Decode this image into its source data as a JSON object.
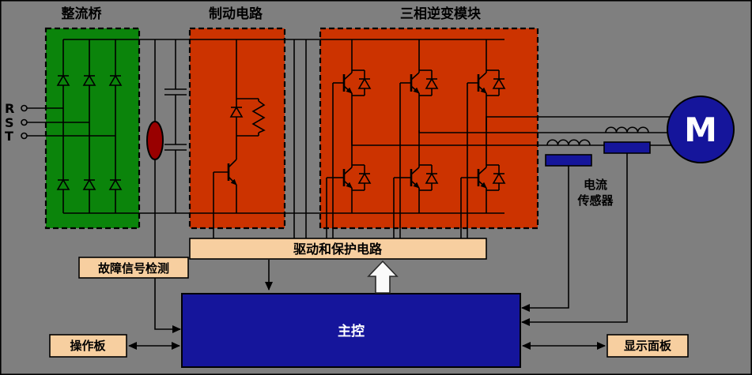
{
  "labels": {
    "rectifier_title": "整流桥",
    "braking_title": "制动电路",
    "inverter_title": "三相逆变模块",
    "drive_protection": "驱动和保护电路",
    "fault_detection": "故障信号检测",
    "main_control": "主控",
    "operation_panel": "操作板",
    "display_panel": "显示面板",
    "current_sensor_line1": "电流",
    "current_sensor_line2": "传感器",
    "motor": "M",
    "phase_r": "R",
    "phase_s": "S",
    "phase_t": "T"
  },
  "colors": {
    "background": "#7f7f7f",
    "rectifier_fill": "#0b840b",
    "module_fill": "#cc3300",
    "bar_fill": "#f7cfa0",
    "control_fill": "#15159b",
    "motor_fill": "#15159b",
    "sensor_fill": "#15159b",
    "fuse_fill": "#990000"
  }
}
